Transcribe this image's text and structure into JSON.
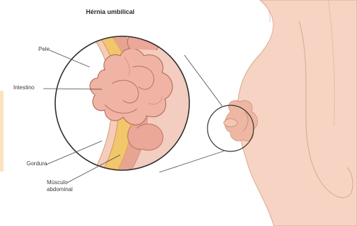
{
  "diagram": {
    "title": "Hérnia umbilical",
    "labels": {
      "skin": "Pele",
      "intestine": "Intestino",
      "fat": "Gordura",
      "muscle_line1": "Músculo",
      "muscle_line2": "abdominal"
    },
    "colors": {
      "skin_body": "#f6d3c2",
      "skin_outline": "#d9a88f",
      "fat_layer": "#f2c66b",
      "muscle_layer": "#e4a391",
      "intestine": "#f0b4a4",
      "intestine_shadow": "#d9897a",
      "accent_stripe": "#fbe3bf"
    }
  }
}
